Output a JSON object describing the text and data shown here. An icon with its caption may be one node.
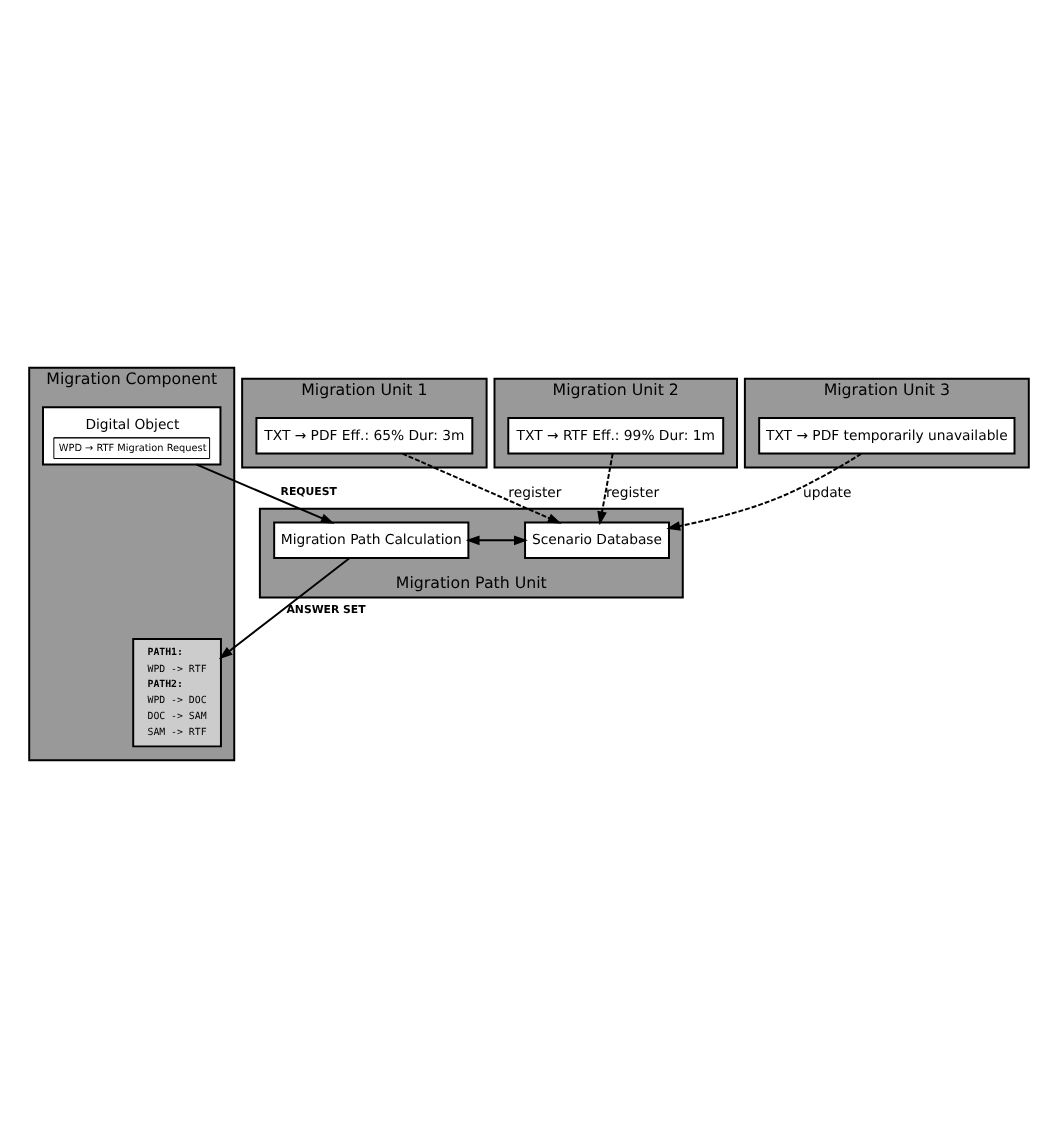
{
  "diagram": {
    "nodes": [
      {
        "text": [
          "Migration Path Unit"
        ]
      },
      {
        "text": [
          "Migration Path Calculation"
        ],
        "in": 0
      },
      {
        "text": [
          "Scenario Database"
        ],
        "in": 0
      },
      {
        "text": [
          "Migration Unit 1"
        ]
      },
      {
        "text": [
          "TXT → PDF Eff.: 65% Dur: 3m"
        ],
        "in": 3
      },
      {
        "text": [
          "Migration Unit 2"
        ]
      },
      {
        "text": [
          "TXT → RTF Eff.: 99% Dur: 1m"
        ],
        "in": 5
      },
      {
        "text": [
          "Migration Unit 3"
        ]
      },
      {
        "text": [
          "TXT → PDF temporarily unavailable"
        ],
        "in": 7
      },
      {
        "text": [
          "Migration Component"
        ]
      },
      {
        "text": [
          "Digital Object",
          "WPD → RTF Migration Request"
        ],
        "in": 9
      },
      {
        "text": [
          "PATH1:",
          "WPD -> RTF",
          "PATH2:",
          "WPD -> DOC",
          "DOC -> SAM",
          "SAM -> RTF"
        ],
        "in": 9
      }
    ],
    "edges": [
      {
        "from": 4,
        "to": 2,
        "arrow": "to",
        "label": "register",
        "style": "dashed"
      },
      {
        "from": 1,
        "to": 2,
        "arrow": "both"
      },
      {
        "from": 6,
        "to": 2,
        "arrow": "to",
        "label": "register",
        "style": "dashed"
      },
      {
        "from": 8,
        "to": 2,
        "arrow": "to",
        "label": "update",
        "style": "dashed"
      },
      {
        "from": 10,
        "to": 1,
        "arrow": "to",
        "label": "REQUEST"
      },
      {
        "from": 1,
        "to": 11,
        "arrow": "to",
        "label": "ANSWER SET"
      }
    ]
  }
}
